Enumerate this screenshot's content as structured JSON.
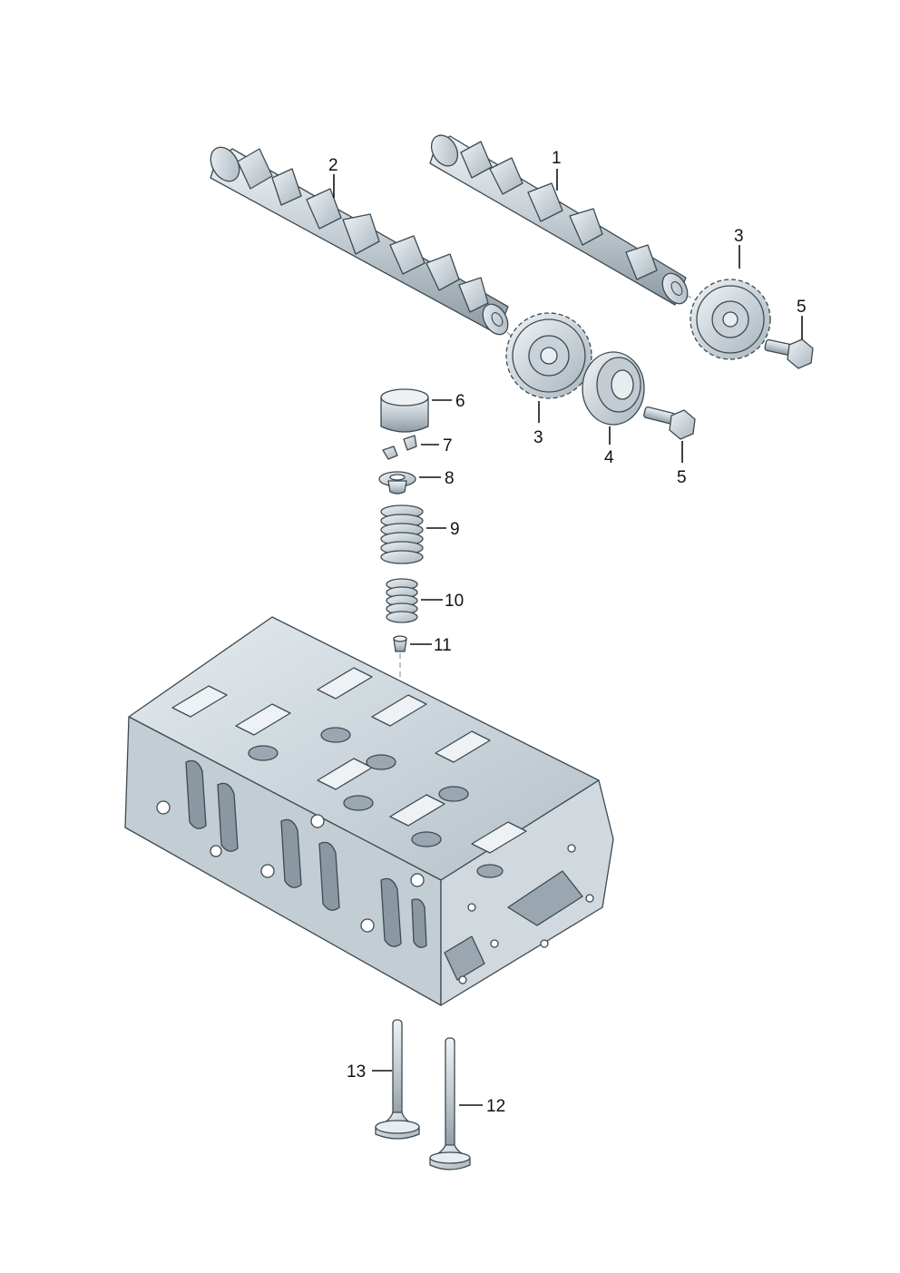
{
  "colors": {
    "metal_light": "#dde5ea",
    "metal_mid": "#b9c4cc",
    "metal_dark": "#8d9aa3",
    "outline": "#3e4a52",
    "label": "#111111"
  },
  "callouts": {
    "c1": "1",
    "c2": "2",
    "c3a": "3",
    "c3b": "3",
    "c4": "4",
    "c5a": "5",
    "c5b": "5",
    "c6": "6",
    "c7": "7",
    "c8": "8",
    "c9": "9",
    "c10": "10",
    "c11": "11",
    "c12": "12",
    "c13": "13"
  }
}
